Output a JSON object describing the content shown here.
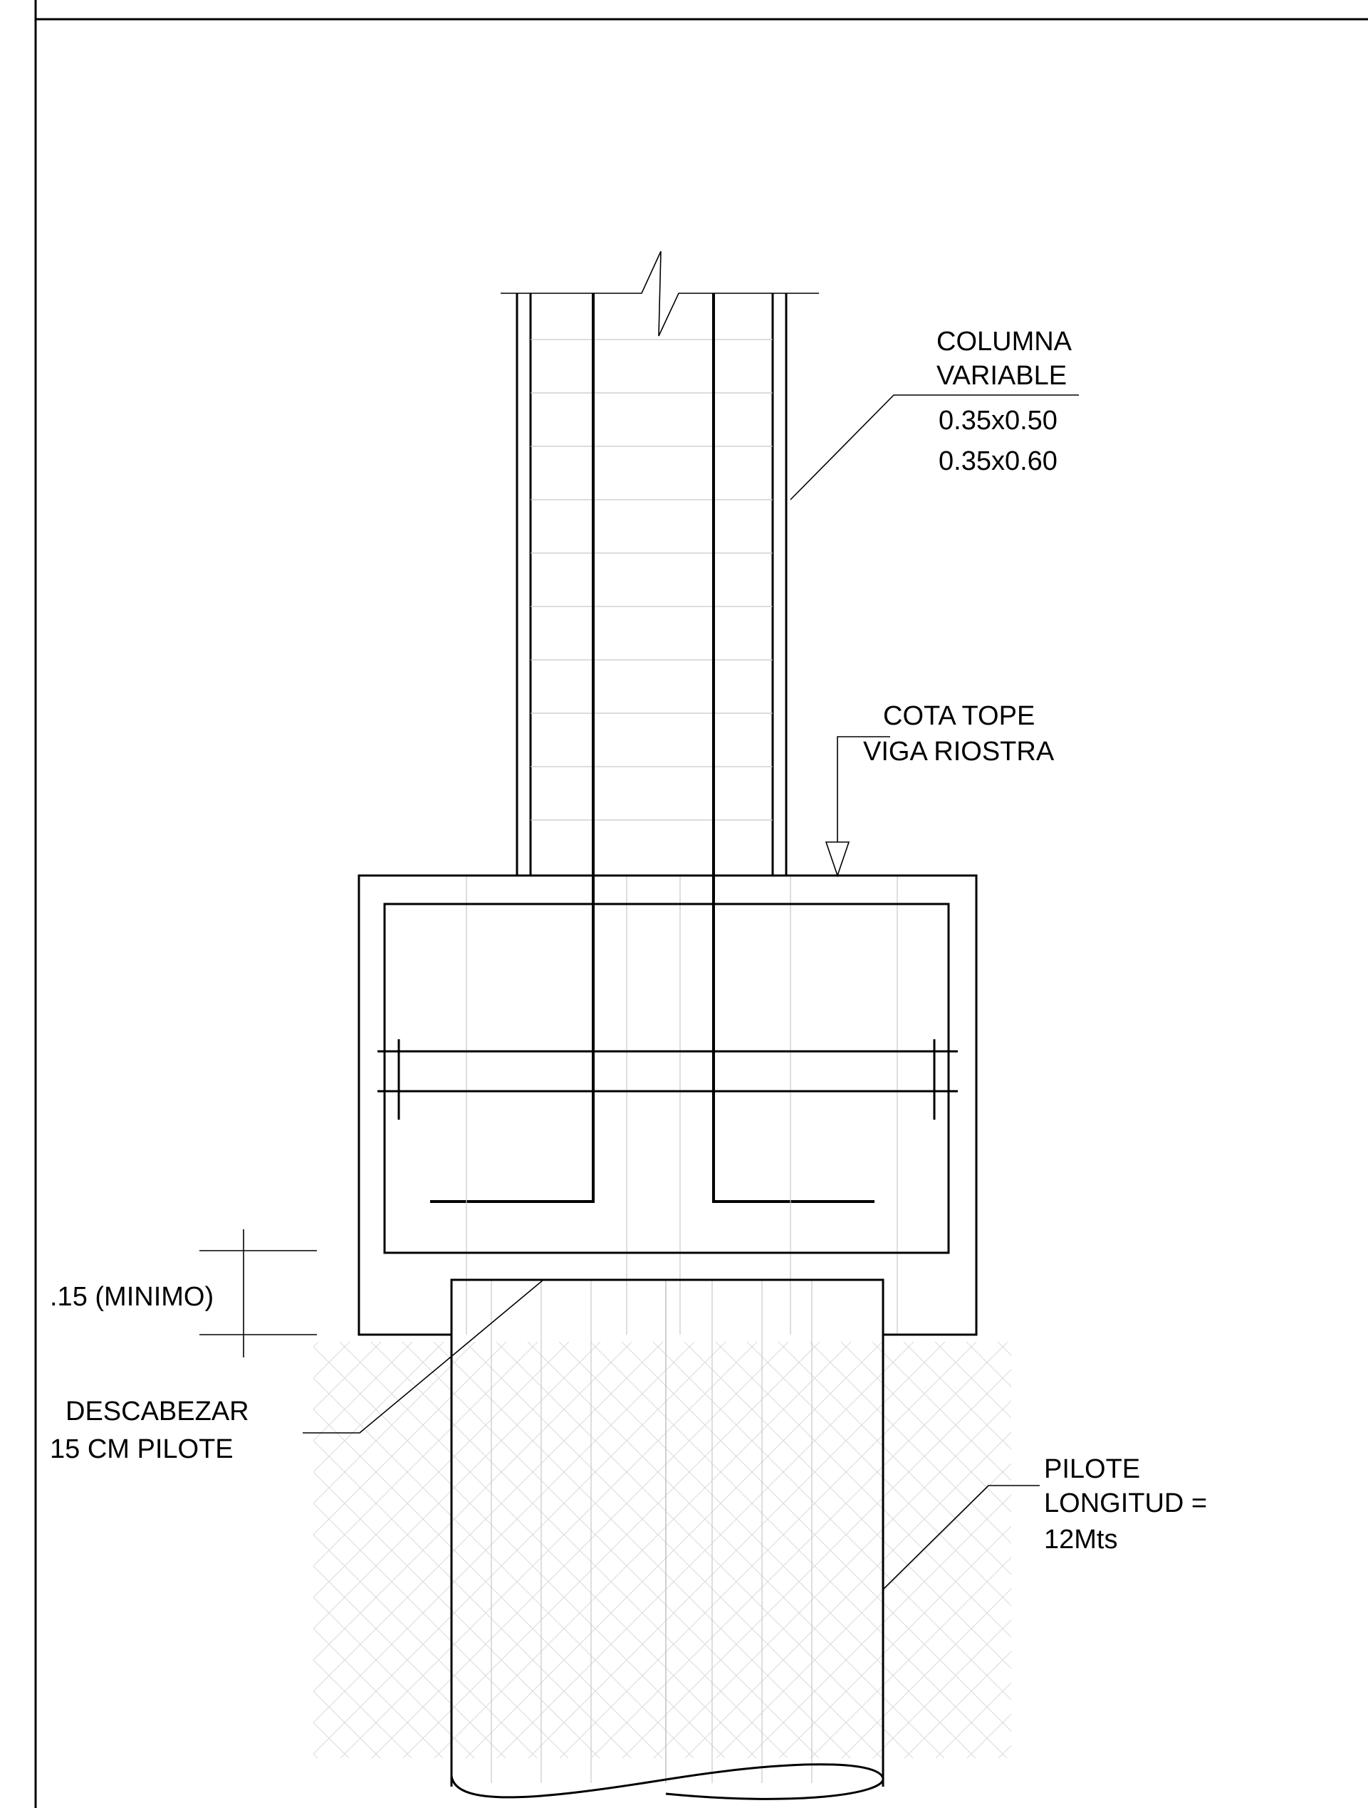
{
  "labels": {
    "column_line1": "COLUMNA",
    "column_line2": "VARIABLE",
    "column_size1": "0.35x0.50",
    "column_size2": "0.35x0.60",
    "cota_line1": "COTA TOPE",
    "cota_line2": "VIGA RIOSTRA",
    "minimo": ".15 (MINIMO)",
    "descabezar_line1": "DESCABEZAR",
    "descabezar_line2": "15 CM PILOTE",
    "pilote_line1": "PILOTE",
    "pilote_line2": "LONGITUD =",
    "pilote_line3": "12Mts"
  }
}
